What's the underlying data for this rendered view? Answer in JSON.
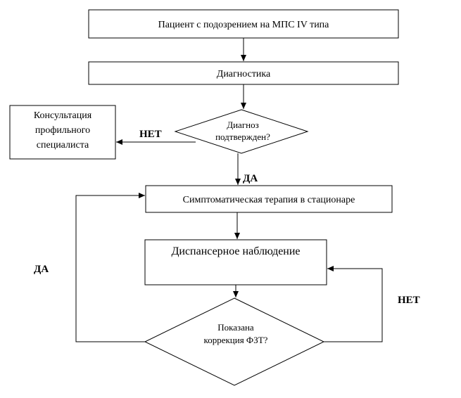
{
  "nodes": {
    "patient": "Пациент с подозрением на МПС IV типа",
    "diagnostics": "Диагностика",
    "consultation": [
      "Консультация",
      "профильного",
      "специалиста"
    ],
    "diagnosis_confirmed": [
      "Диагноз",
      "подтвержден?"
    ],
    "symptomatic_therapy": "Симптоматическая терапия  в  стационаре",
    "dispensary_observation": "Диспансерное наблюдение",
    "ert_correction": [
      "Показана",
      "коррекция ФЗТ?"
    ]
  },
  "edge_labels": {
    "diag_no": "НЕТ",
    "diag_yes": "ДА",
    "ert_yes": "ДА",
    "ert_no": "НЕТ"
  }
}
